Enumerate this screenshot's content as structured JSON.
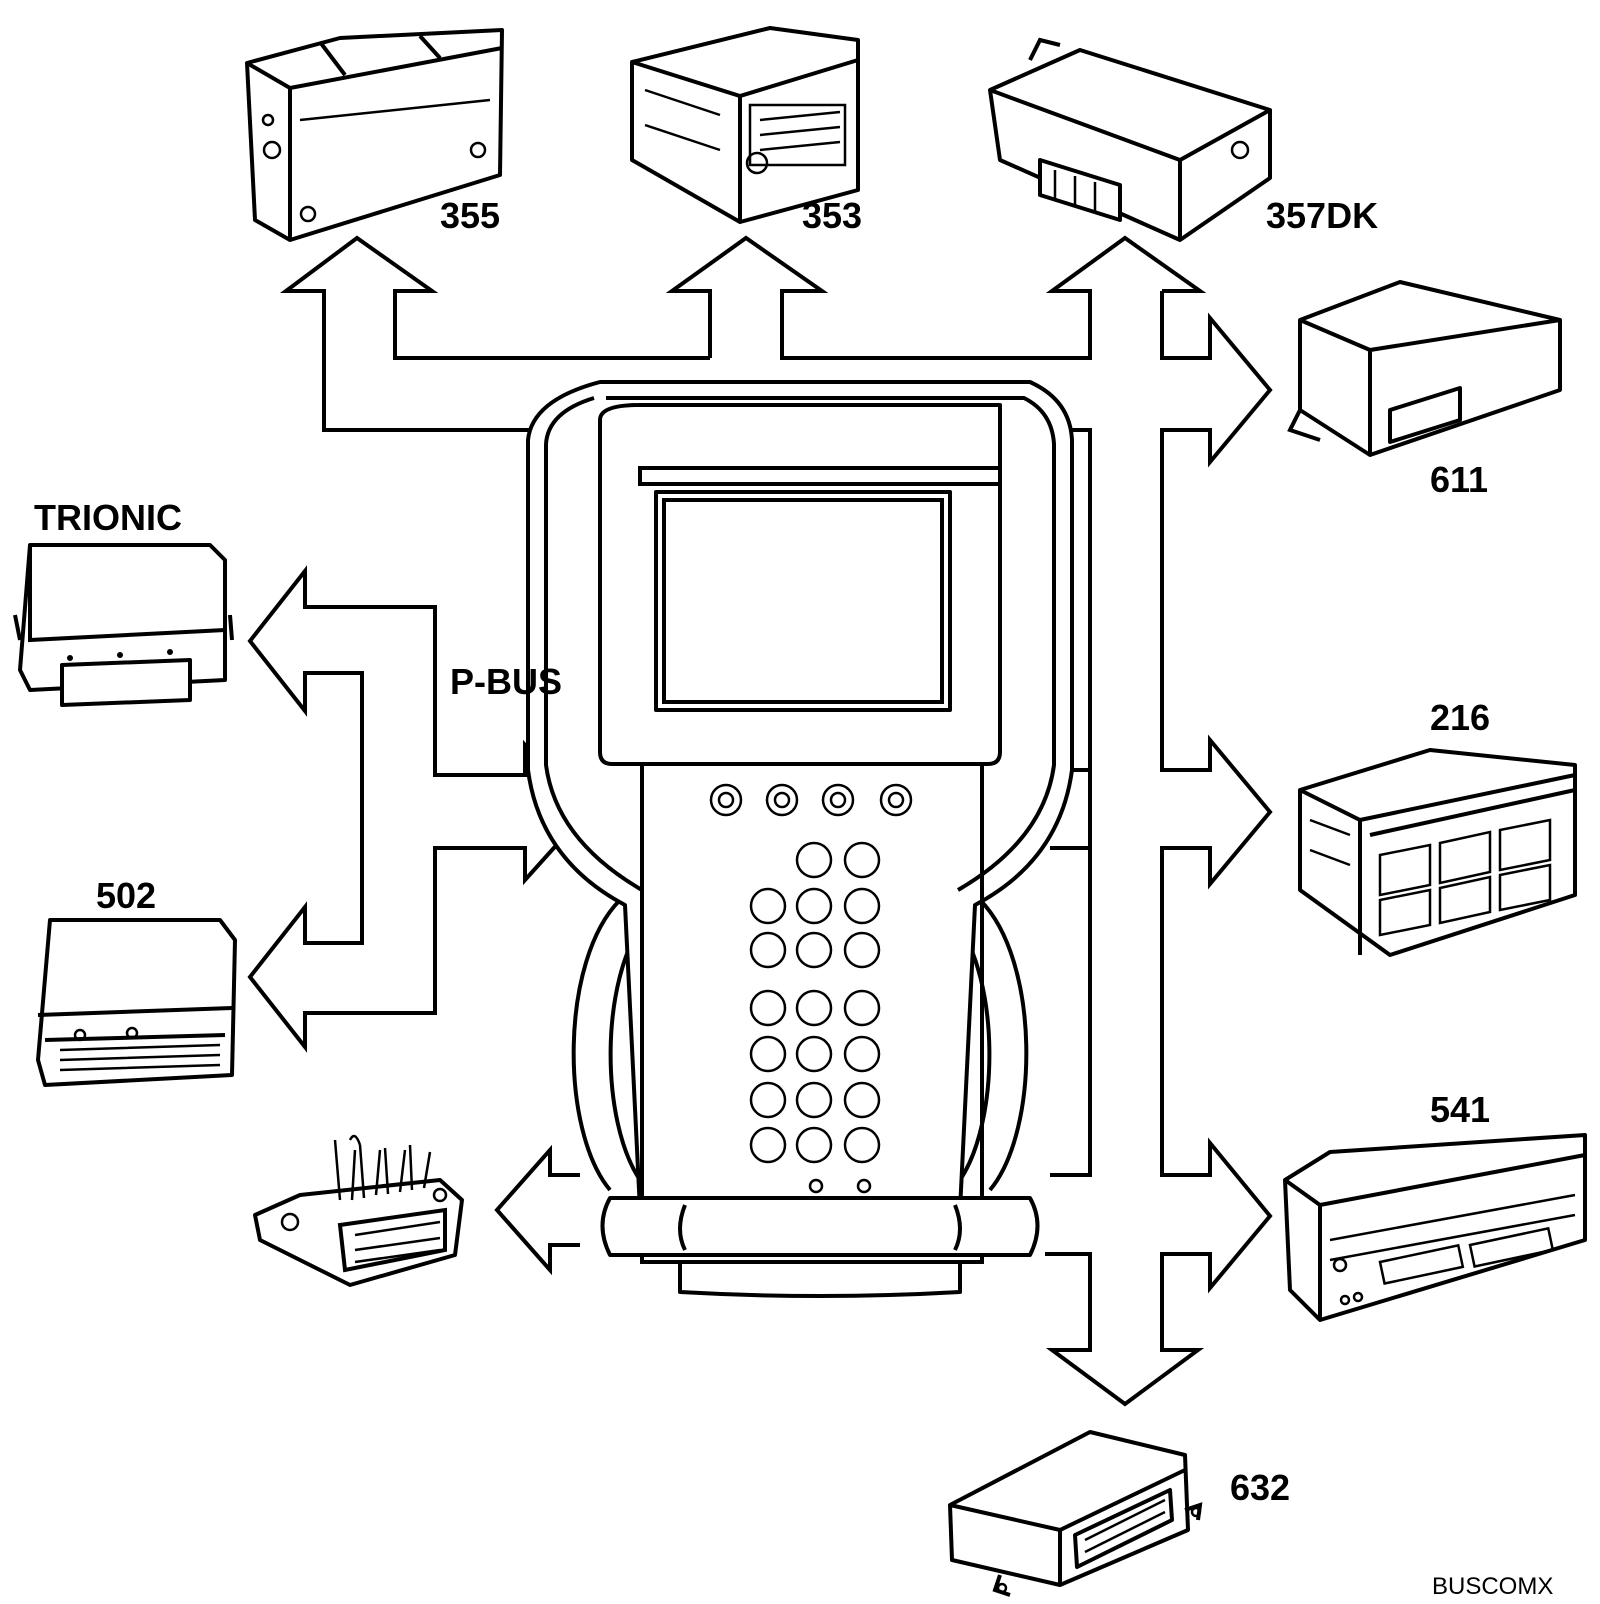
{
  "diagram": {
    "labels": {
      "m355": "355",
      "m353": "353",
      "m357dk": "357DK",
      "m611": "611",
      "trionic": "TRIONIC",
      "m502": "502",
      "pbus": "P-BUS",
      "m216": "216",
      "m541": "541",
      "m632": "632",
      "caption": "BUSCOMX"
    }
  }
}
